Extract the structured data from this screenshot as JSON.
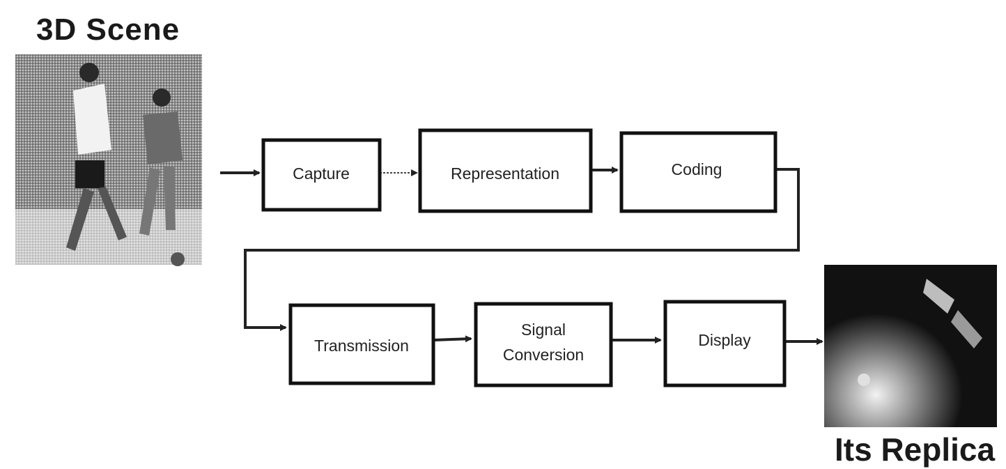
{
  "diagram": {
    "scene_title": "3D Scene",
    "replica_title": "Its Replica",
    "stages": [
      {
        "id": "capture",
        "label": "Capture"
      },
      {
        "id": "representation",
        "label": "Representation"
      },
      {
        "id": "coding",
        "label": "Coding"
      },
      {
        "id": "transmission",
        "label": "Transmission"
      },
      {
        "id": "signal-conversion",
        "label_line1": "Signal",
        "label_line2": "Conversion"
      },
      {
        "id": "display",
        "label": "Display"
      }
    ]
  },
  "colors": {
    "box_stroke": "#111111",
    "arrow": "#222222",
    "scene_image_tone": "#9a9a9a",
    "replica_image_tone": "#1a1a1a"
  }
}
